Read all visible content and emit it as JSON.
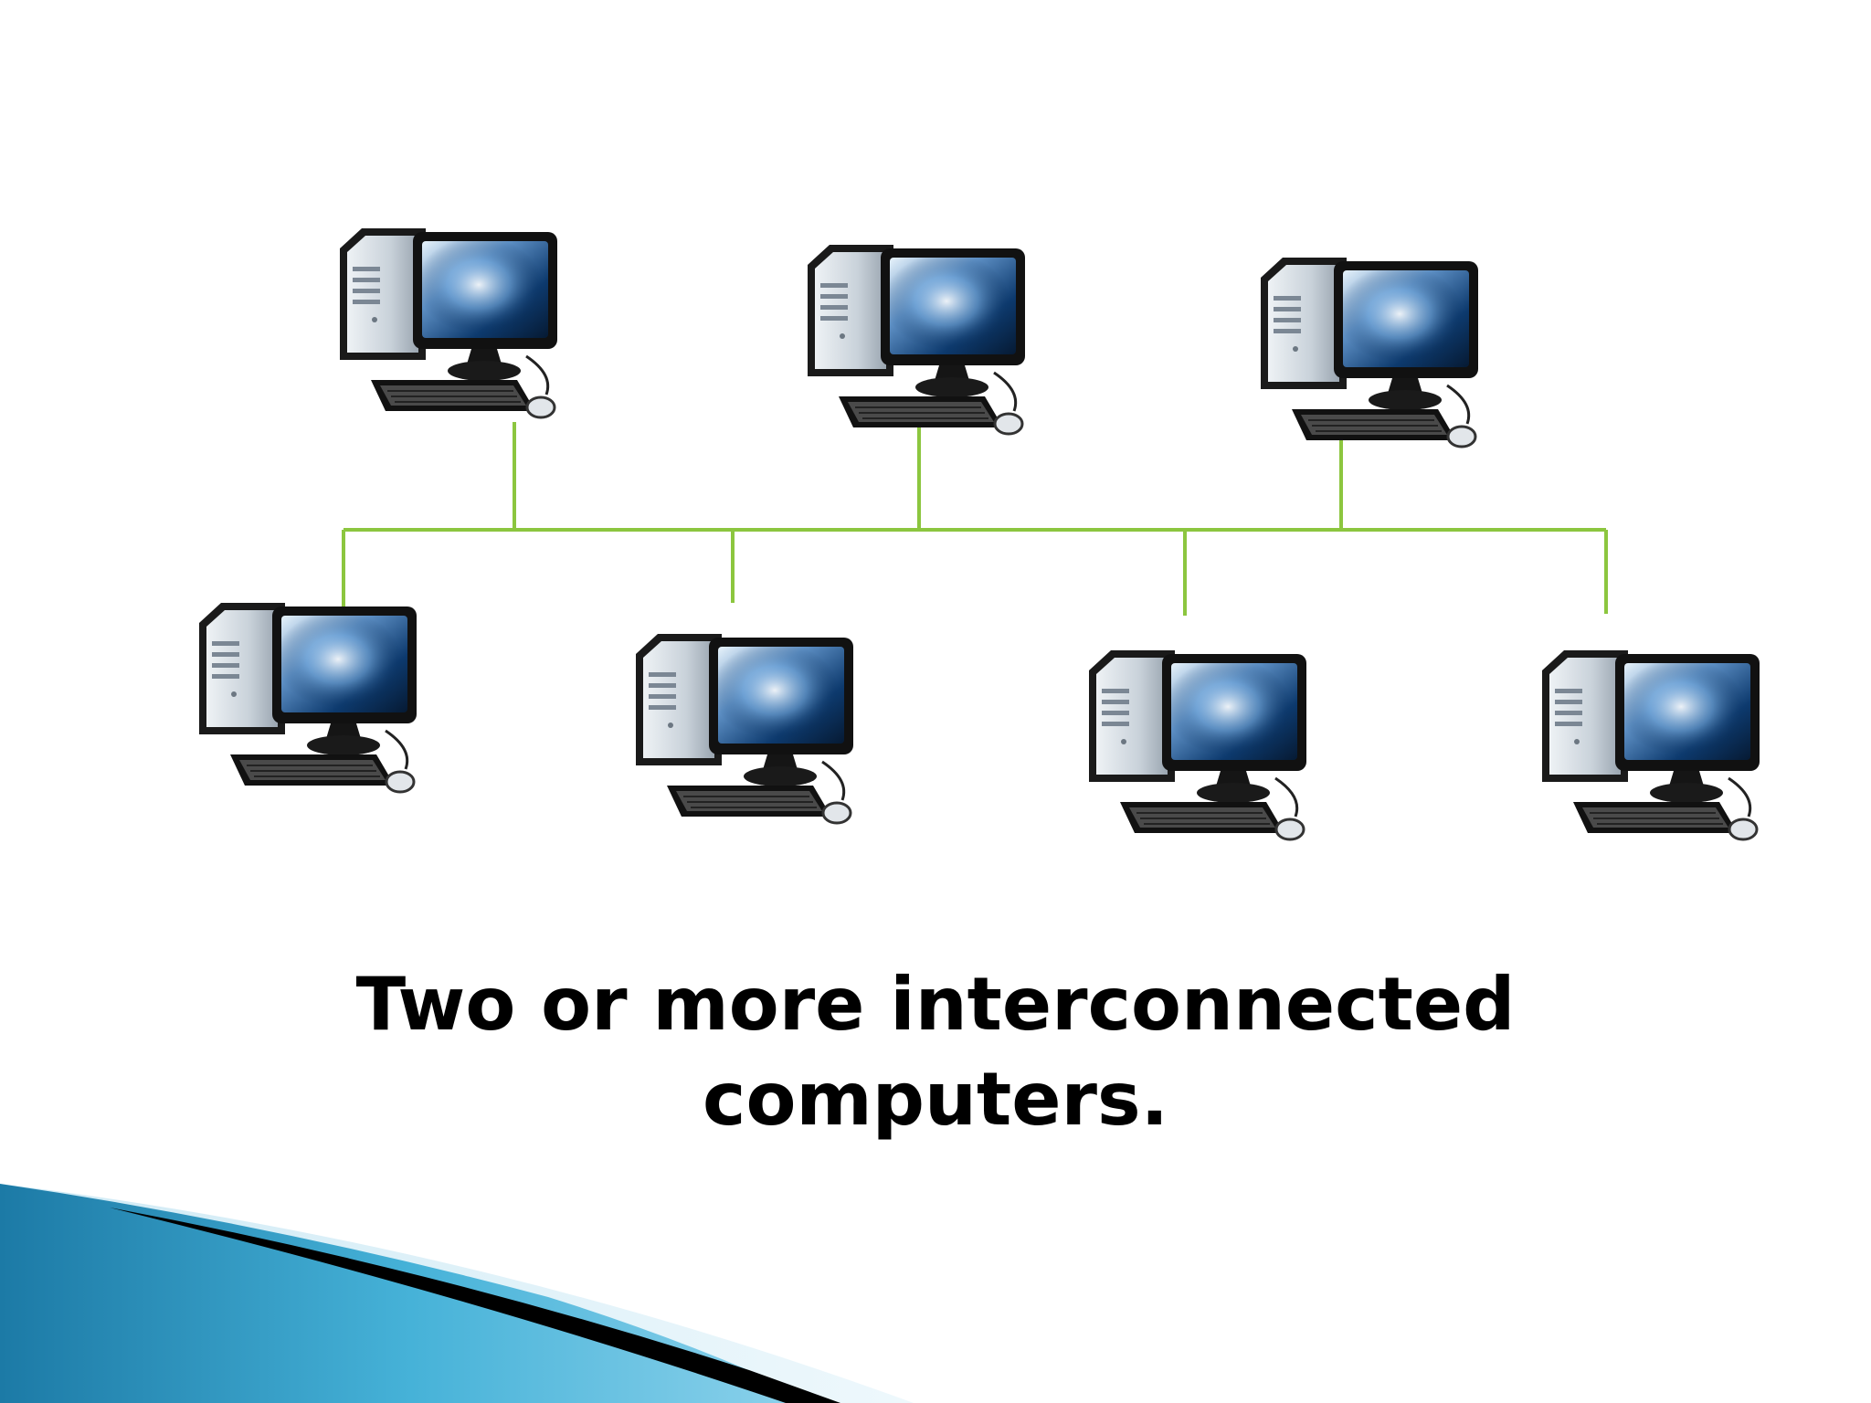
{
  "slide": {
    "caption_lines": [
      "Two or more interconnected",
      "computers."
    ]
  },
  "diagram": {
    "node_icon": "desktop-computer-icon",
    "top_row_count": 3,
    "bottom_row_count": 4,
    "connector": "bus-line"
  },
  "colors": {
    "bus_line": "#8cc63f",
    "accent_blue": "#2f9fc7",
    "accent_dark": "#000000",
    "background": "#ffffff"
  }
}
